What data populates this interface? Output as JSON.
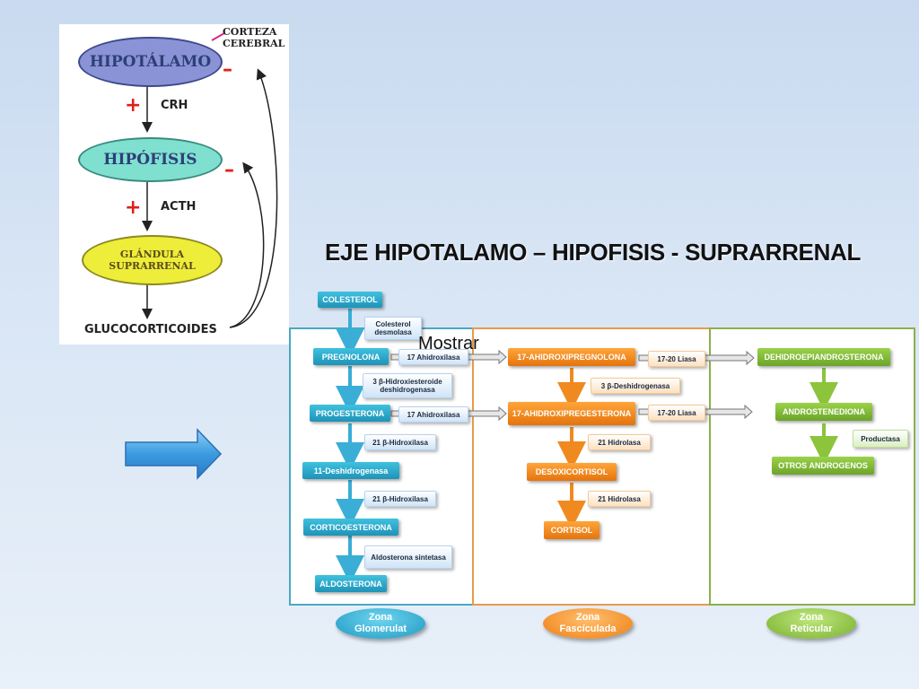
{
  "hpa": {
    "hipotalamo": "HIPOTÁLAMO",
    "corteza": "CORTEZA\nCEREBRAL",
    "crh": "CRH",
    "hipofisis": "HIPÓFISIS",
    "acth": "ACTH",
    "glandula": "GLÁNDULA\nSUPRARRENAL",
    "glucocorticoides": "GLUCOCORTICOIDES",
    "plus": "+",
    "minus": "–"
  },
  "title": "EJE HIPOTALAMO – HIPOFISIS - SUPRARRENAL",
  "mostrar": "Mostrar",
  "glomerular": {
    "colesterol": "COLESTEROL",
    "desmolasa": "Colesterol desmolasa",
    "pregnolona": "PREGNOLONA",
    "hidroxilasa17a": "17 Ahidroxilasa",
    "hidroxiesteroide": "3 β-Hidroxiesteroide deshidrogenasa",
    "progesterona": "PROGESTERONA",
    "hidroxilasa17b": "17 Ahidroxilasa",
    "hidroxilasa21a": "21 β-Hidroxilasa",
    "deshidrogenasa11": "11-Deshidrogenasa",
    "hidroxilasa21b": "21 β-Hidroxilasa",
    "corticoesterona": "CORTICOESTERONA",
    "aldo_sintetasa": "Aldosterona sintetasa",
    "aldosterona": "ALDOSTERONA"
  },
  "fasciculada": {
    "hidroxipregnolona": "17-AHIDROXIPREGNOLONA",
    "liasa_a": "17-20 Liasa",
    "deshidrogenasa3": "3 β-Deshidrogenasa",
    "hidroxipregesterona": "17-AHIDROXIPREGESTERONA",
    "liasa_b": "17-20 Liasa",
    "hidrolasa21a": "21 Hidrolasa",
    "desoxicortisol": "DESOXICORTISOL",
    "hidrolasa21b": "21 Hidrolasa",
    "cortisol": "CORTISOL"
  },
  "reticular": {
    "dhea": "DEHIDROEPIANDROSTERONA",
    "androstenediona": "ANDROSTENEDIONA",
    "productasa": "Productasa",
    "otros": "OTROS ANDROGENOS"
  },
  "zones": {
    "glomerulat_a": "Zona",
    "glomerulat_b": "Glomerulat",
    "fasciculada_a": "Zona",
    "fasciculada_b": "Fascículada",
    "reticular_a": "Zona",
    "reticular_b": "Reticular"
  },
  "colors": {
    "glomerular": "#2aa7cc",
    "fasciculada": "#f08a20",
    "reticular": "#8cc43c",
    "minus_plus": "#e0201a"
  }
}
